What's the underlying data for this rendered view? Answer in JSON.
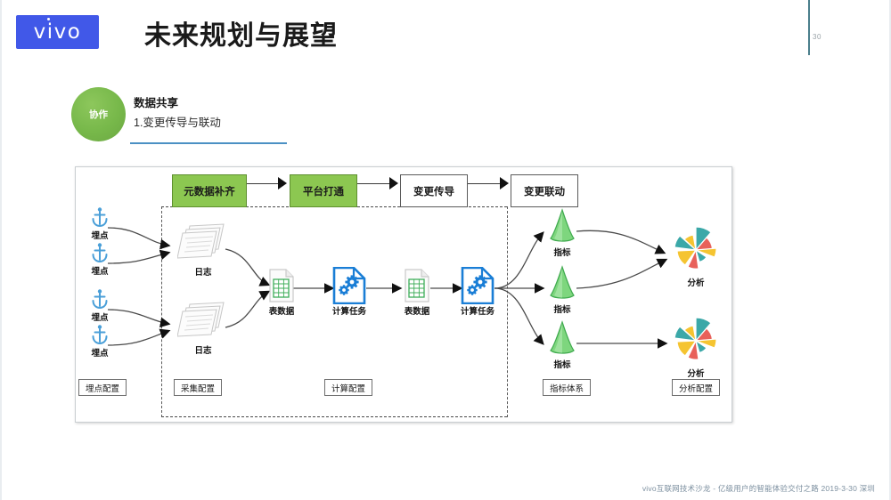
{
  "brand": {
    "logo_text": "vivo",
    "logo_bg": "#4158e8"
  },
  "header": {
    "title": "未来规划与展望",
    "page_number": "30",
    "accent_color": "#4b7f8c"
  },
  "section": {
    "badge_label": "协作",
    "badge_color": "#77b84a",
    "heading": "数据共享",
    "item": "1.变更传导与联动",
    "underline_color": "#4b90c4"
  },
  "diagram": {
    "top_flow": [
      {
        "label": "元数据补齐",
        "style": "green"
      },
      {
        "label": "平台打通",
        "style": "green"
      },
      {
        "label": "变更传导",
        "style": "white"
      },
      {
        "label": "变更联动",
        "style": "white"
      }
    ],
    "tracking_points": [
      {
        "label": "埋点"
      },
      {
        "label": "埋点"
      },
      {
        "label": "埋点"
      },
      {
        "label": "埋点"
      }
    ],
    "logs": [
      {
        "label": "日志"
      },
      {
        "label": "日志"
      }
    ],
    "pipeline": [
      {
        "label": "表数据",
        "icon": "table-data-icon"
      },
      {
        "label": "计算任务",
        "icon": "compute-task-icon"
      },
      {
        "label": "表数据",
        "icon": "table-data-icon"
      },
      {
        "label": "计算任务",
        "icon": "compute-task-icon"
      }
    ],
    "metrics": [
      {
        "label": "指标"
      },
      {
        "label": "指标"
      },
      {
        "label": "指标"
      }
    ],
    "analyses": [
      {
        "label": "分析"
      },
      {
        "label": "分析"
      }
    ],
    "stage_tags": [
      {
        "label": "埋点配置"
      },
      {
        "label": "采集配置"
      },
      {
        "label": "计算配置"
      },
      {
        "label": "指标体系"
      },
      {
        "label": "分析配置"
      }
    ],
    "colors": {
      "flow_green": "#8cc751",
      "metric_green": "#7ed67e",
      "table_green": "#3fae5a",
      "task_blue": "#1a7ed6",
      "anchor_blue": "#4a9fd8",
      "analysis_teal": "#3ba8a8",
      "analysis_yellow": "#f5c431",
      "analysis_red": "#e8615a"
    }
  },
  "footer": {
    "text": "vivo互联网技术沙龙 - 亿级用户的智能体验交付之路  2019-3-30 深圳"
  }
}
